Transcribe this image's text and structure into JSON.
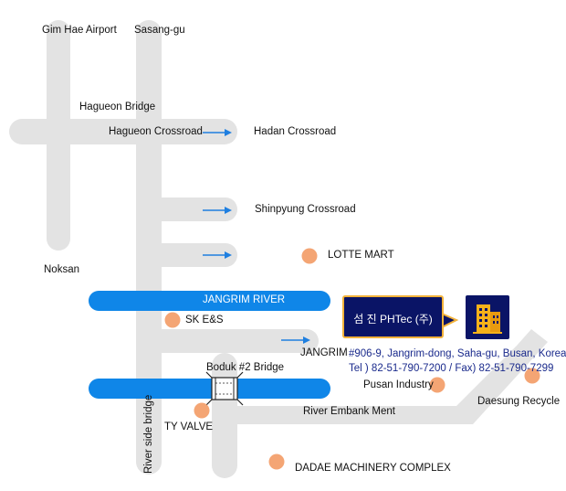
{
  "colors": {
    "road": "#e3e3e3",
    "river": "#0f86e8",
    "arrow": "#1f7fe0",
    "poi": "#f4a574",
    "callout_bg": "#0a1466",
    "callout_border": "#f2b23a",
    "address_text": "#1a2a8c"
  },
  "places": {
    "gimhae_airport": "Gim Hae Airport",
    "sasang_gu": "Sasang-gu",
    "hagueon_bridge": "Hagueon Bridge",
    "hagueon_crossroad": "Hagueon Crossroad",
    "hadan_crossroad": "Hadan Crossroad",
    "shinpyung_crossroad": "Shinpyung Crossroad",
    "noksan": "Noksan",
    "jangrim_river": "JANGRIM RIVER",
    "jangrim": "JANGRIM",
    "boduk_bridge": "Boduk #2 Bridge",
    "river_side_bridge": "River side bridge",
    "river_embank_ment": "River Embank Ment"
  },
  "pois": {
    "lotte_mart": "LOTTE MART",
    "sk_es": "SK E&S",
    "pusan_industry": "Pusan Industry",
    "daesung_recycle": "Daesung Recycle",
    "ty_valve": "TY VALVE",
    "dadae_complex": "DADAE MACHINERY COMPLEX"
  },
  "company": {
    "name": "섬 진 PHTec (주)",
    "address": "#906-9, Jangrim-dong, Saha-gu, Busan, Korea",
    "phone_fax": "Tel ) 82-51-790-7200 / Fax) 82-51-790-7299"
  },
  "icons": {
    "building": "building-icon",
    "arrow": "arrow-right-icon",
    "poi": "circle-marker-icon",
    "bridge": "bridge-icon"
  }
}
